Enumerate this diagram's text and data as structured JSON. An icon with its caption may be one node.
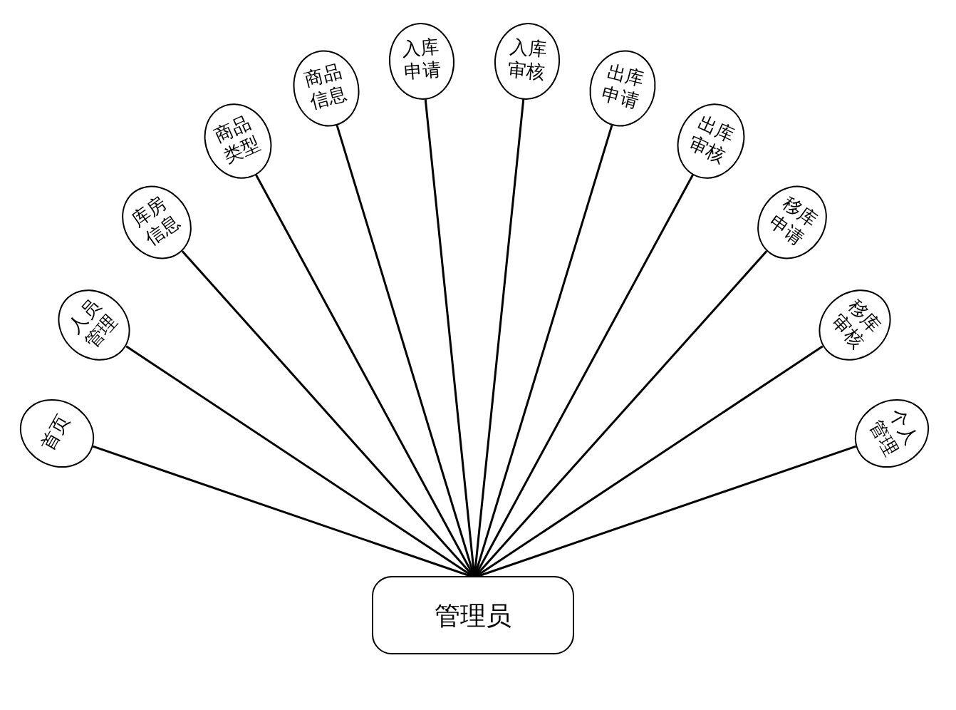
{
  "diagram": {
    "nodes": [
      {
        "text": [
          "管理员"
        ]
      },
      {
        "text": [
          "首页"
        ]
      },
      {
        "text": [
          "人员管理"
        ]
      },
      {
        "text": [
          "库房信息"
        ]
      },
      {
        "text": [
          "商品类型"
        ]
      },
      {
        "text": [
          "商品信息"
        ]
      },
      {
        "text": [
          "入库申请"
        ]
      },
      {
        "text": [
          "入库审核"
        ]
      },
      {
        "text": [
          "出库申请"
        ]
      },
      {
        "text": [
          "出库审核"
        ]
      },
      {
        "text": [
          "移库申请"
        ]
      },
      {
        "text": [
          "移库审核"
        ]
      },
      {
        "text": [
          "个人管理"
        ]
      }
    ],
    "edges": [
      {
        "from": 0,
        "to": 1,
        "arrow": "none"
      },
      {
        "from": 0,
        "to": 2,
        "arrow": "none"
      },
      {
        "from": 0,
        "to": 3,
        "arrow": "none"
      },
      {
        "from": 0,
        "to": 4,
        "arrow": "none"
      },
      {
        "from": 0,
        "to": 5,
        "arrow": "none"
      },
      {
        "from": 0,
        "to": 6,
        "arrow": "none"
      },
      {
        "from": 0,
        "to": 7,
        "arrow": "none"
      },
      {
        "from": 0,
        "to": 8,
        "arrow": "none"
      },
      {
        "from": 0,
        "to": 9,
        "arrow": "none"
      },
      {
        "from": 0,
        "to": 10,
        "arrow": "none"
      },
      {
        "from": 0,
        "to": 11,
        "arrow": "none"
      },
      {
        "from": 0,
        "to": 12,
        "arrow": "none"
      }
    ]
  }
}
